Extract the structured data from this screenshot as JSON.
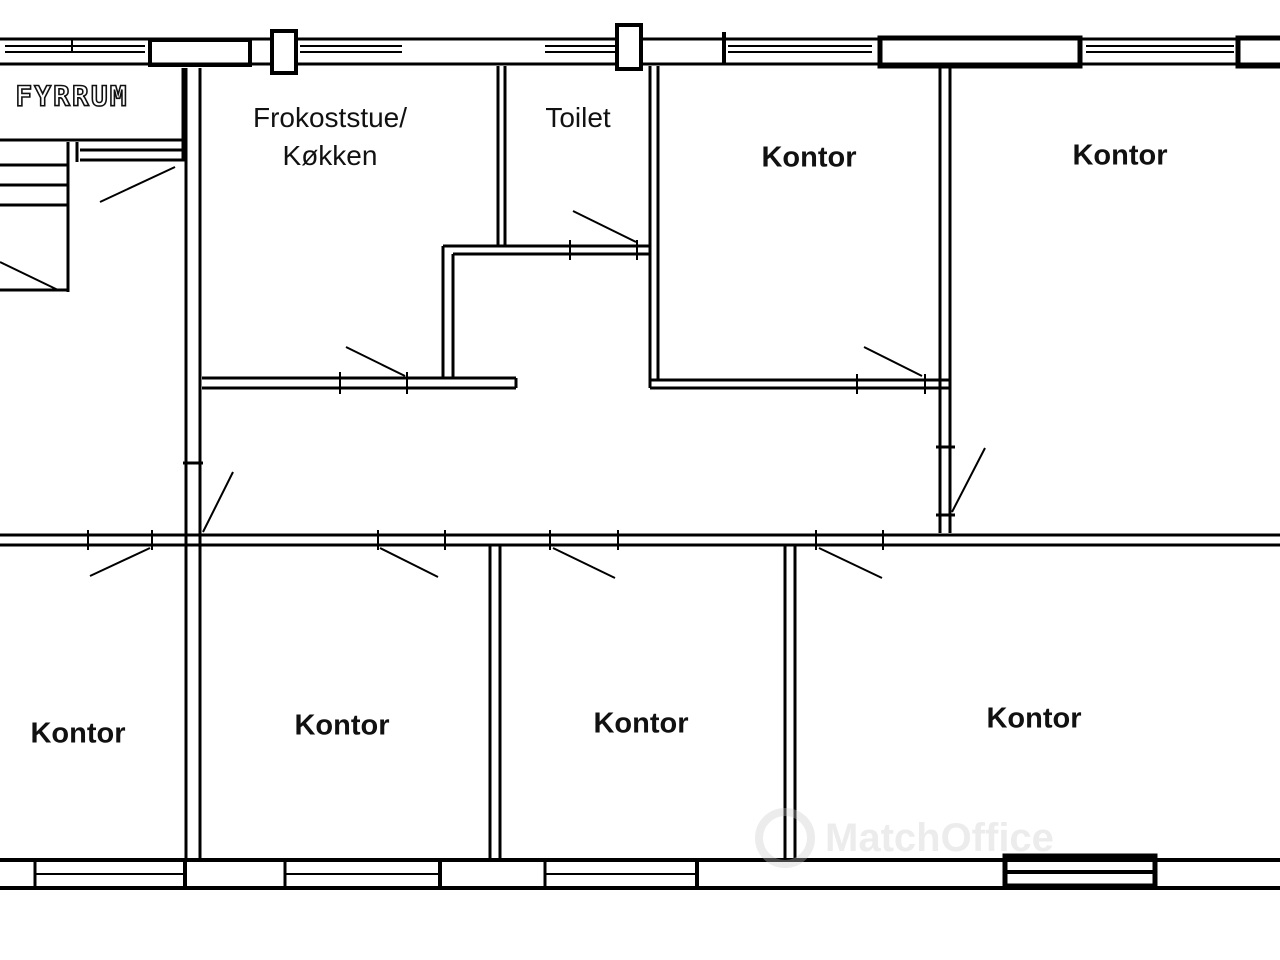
{
  "diagram": {
    "type": "floor-plan",
    "rooms": [
      {
        "id": "fyrrum",
        "label": "FYRRUM"
      },
      {
        "id": "frokoststue",
        "label_line1": "Frokoststue/",
        "label_line2": "Køkken"
      },
      {
        "id": "toilet",
        "label": "Toilet"
      },
      {
        "id": "kontor-top-1",
        "label": "Kontor"
      },
      {
        "id": "kontor-top-2",
        "label": "Kontor"
      },
      {
        "id": "kontor-bottom-1",
        "label": "Kontor"
      },
      {
        "id": "kontor-bottom-2",
        "label": "Kontor"
      },
      {
        "id": "kontor-bottom-3",
        "label": "Kontor"
      },
      {
        "id": "kontor-bottom-4",
        "label": "Kontor"
      }
    ],
    "watermark": "MatchOffice",
    "line_color": "#000000",
    "background": "#ffffff"
  }
}
